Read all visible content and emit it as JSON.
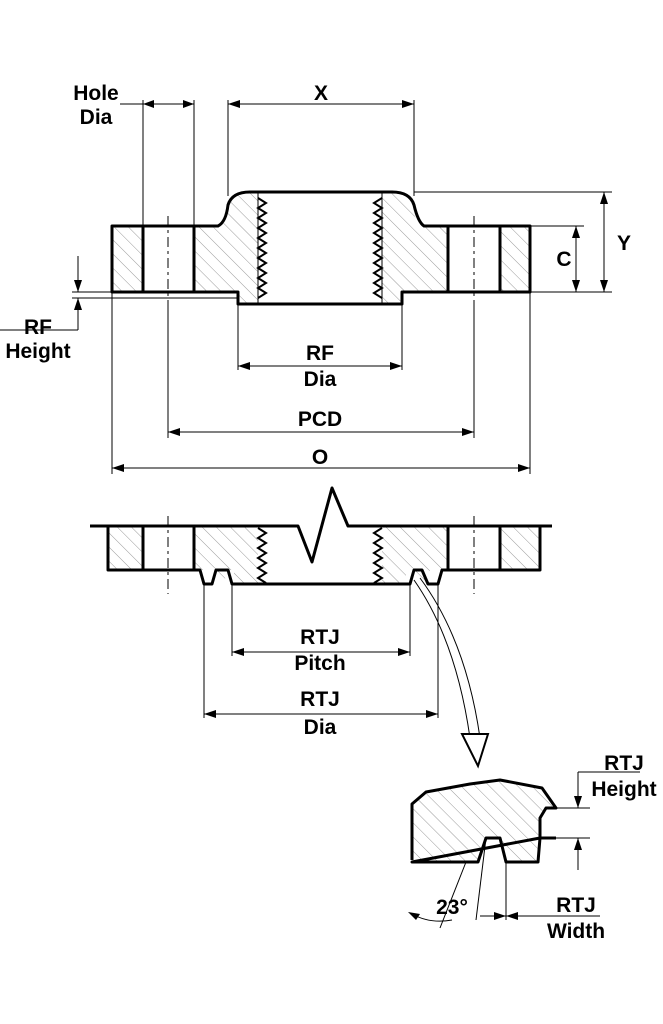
{
  "labels": {
    "hole_dia_1": "Hole",
    "hole_dia_2": "Dia",
    "x": "X",
    "y": "Y",
    "c": "C",
    "rf_height_1": "RF",
    "rf_height_2": "Height",
    "rf_dia_1": "RF",
    "rf_dia_2": "Dia",
    "pcd": "PCD",
    "o": "O",
    "rtj_pitch_1": "RTJ",
    "rtj_pitch_2": "Pitch",
    "rtj_dia_1": "RTJ",
    "rtj_dia_2": "Dia",
    "rtj_height_1": "RTJ",
    "rtj_height_2": "Height",
    "angle": "23°",
    "rtj_width_1": "RTJ",
    "rtj_width_2": "Width"
  },
  "colors": {
    "line": "#000000",
    "background": "#ffffff"
  }
}
